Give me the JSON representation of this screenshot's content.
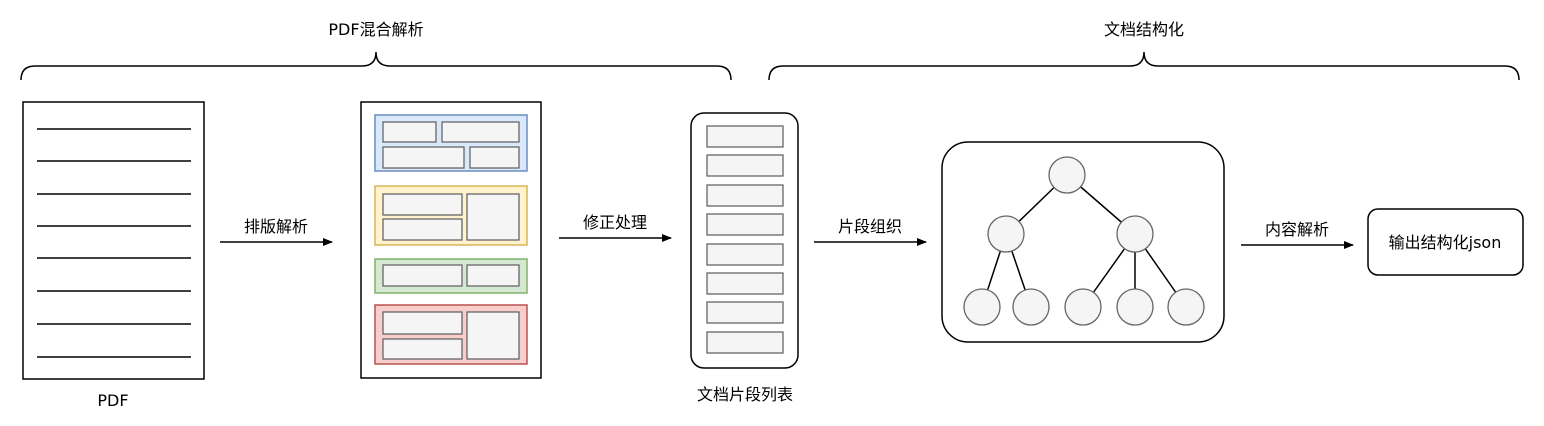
{
  "diagram": {
    "group_labels": {
      "parse": "PDF混合解析",
      "struct": "文档结构化"
    },
    "nodes": {
      "pdf": "PDF",
      "fragment_list": "文档片段列表",
      "output": "输出结构化json"
    },
    "edges": {
      "layout_parse": "排版解析",
      "correction": "修正处理",
      "fragment_org": "片段组织",
      "content_parse": "内容解析"
    },
    "colors": {
      "blue_fill": "#dae8fc",
      "blue_stroke": "#6c8ebf",
      "yellow_fill": "#fff2cc",
      "yellow_stroke": "#d6b656",
      "green_fill": "#d5e8d4",
      "green_stroke": "#82b366",
      "red_fill": "#f8cecc",
      "red_stroke": "#b85450",
      "cell_fill": "#f5f5f5",
      "cell_stroke": "#666666"
    }
  }
}
